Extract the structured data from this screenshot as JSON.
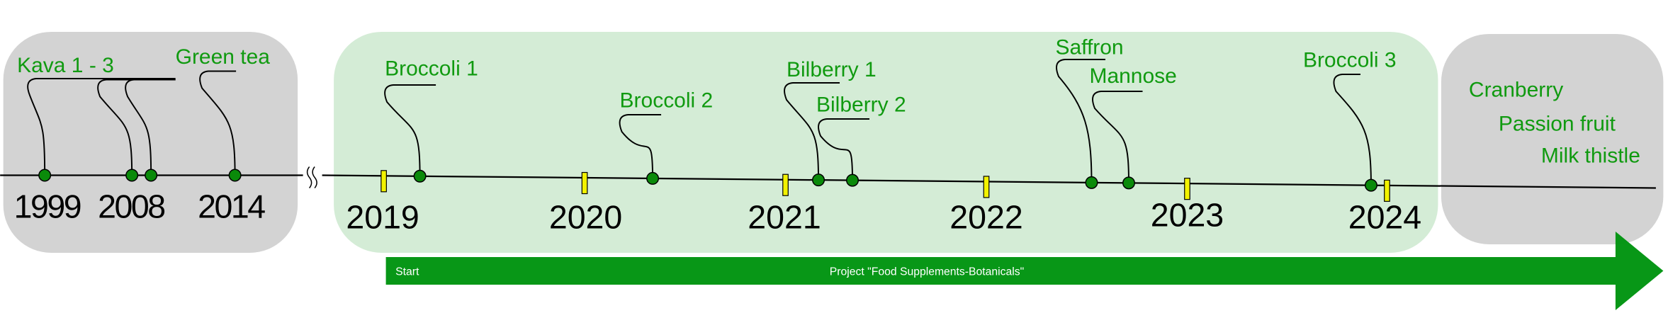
{
  "colors": {
    "label": "#109a10",
    "dot": "#0a8a0a",
    "tick": "#f2f200",
    "box_gray": "#d3d3d3",
    "box_green": "#d4ecd6",
    "arrow": "#009410"
  },
  "years_past": [
    "1999",
    "2008",
    "2014"
  ],
  "years_project": [
    "2019",
    "2020",
    "2021",
    "2022",
    "2023",
    "2024"
  ],
  "events": [
    "Kava 1 - 3",
    "Green tea",
    "Broccoli 1",
    "Broccoli 2",
    "Bilberry 1",
    "Bilberry 2",
    "Saffron",
    "Mannose",
    "Broccoli 3"
  ],
  "future": [
    "Cranberry",
    "Passion fruit",
    "Milk thistle"
  ],
  "arrow": {
    "start": "Start",
    "title": "Project \"Food Supplements-Botanicals\""
  }
}
